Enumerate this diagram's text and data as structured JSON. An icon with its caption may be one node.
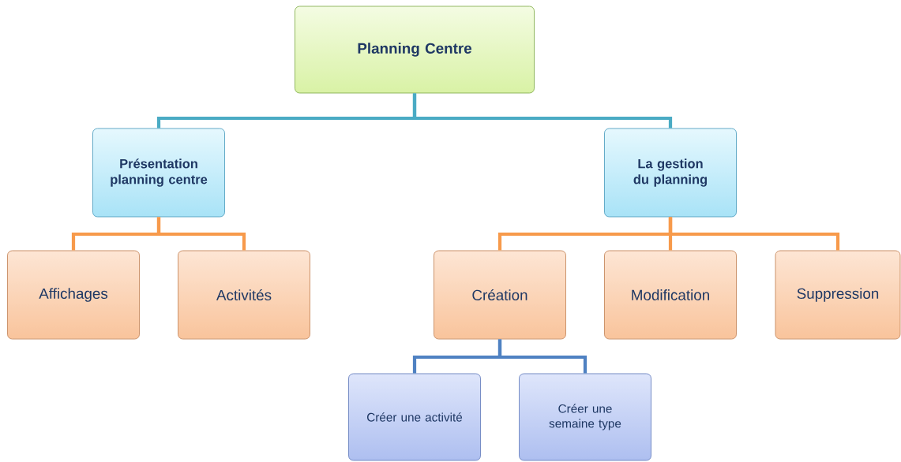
{
  "diagram": {
    "nodes": [
      {
        "text": [
          "Planning Centre"
        ]
      },
      {
        "text": [
          "Présentation planning centre"
        ]
      },
      {
        "text": [
          "La gestion du planning"
        ]
      },
      {
        "text": [
          "Affichages"
        ]
      },
      {
        "text": [
          "Activités"
        ]
      },
      {
        "text": [
          "Création"
        ]
      },
      {
        "text": [
          "Modification"
        ]
      },
      {
        "text": [
          "Suppression"
        ]
      },
      {
        "text": [
          "Créer une activité"
        ]
      },
      {
        "text": [
          "Créer une semaine type"
        ]
      }
    ],
    "edges": [
      {
        "from": 0,
        "to": 1,
        "arrow": "none",
        "color": "#4aabc4"
      },
      {
        "from": 0,
        "to": 2,
        "arrow": "none",
        "color": "#4aabc4"
      },
      {
        "from": 1,
        "to": 3,
        "arrow": "none"
      },
      {
        "from": 1,
        "to": 4,
        "arrow": "none"
      },
      {
        "from": 2,
        "to": 5,
        "arrow": "none"
      },
      {
        "from": 2,
        "to": 6,
        "arrow": "none"
      },
      {
        "from": 2,
        "to": 7,
        "arrow": "none"
      },
      {
        "from": 5,
        "to": 8,
        "arrow": "none",
        "color": "#4f81c2"
      },
      {
        "from": 5,
        "to": 9,
        "arrow": "none",
        "color": "#4f81c2"
      }
    ]
  }
}
